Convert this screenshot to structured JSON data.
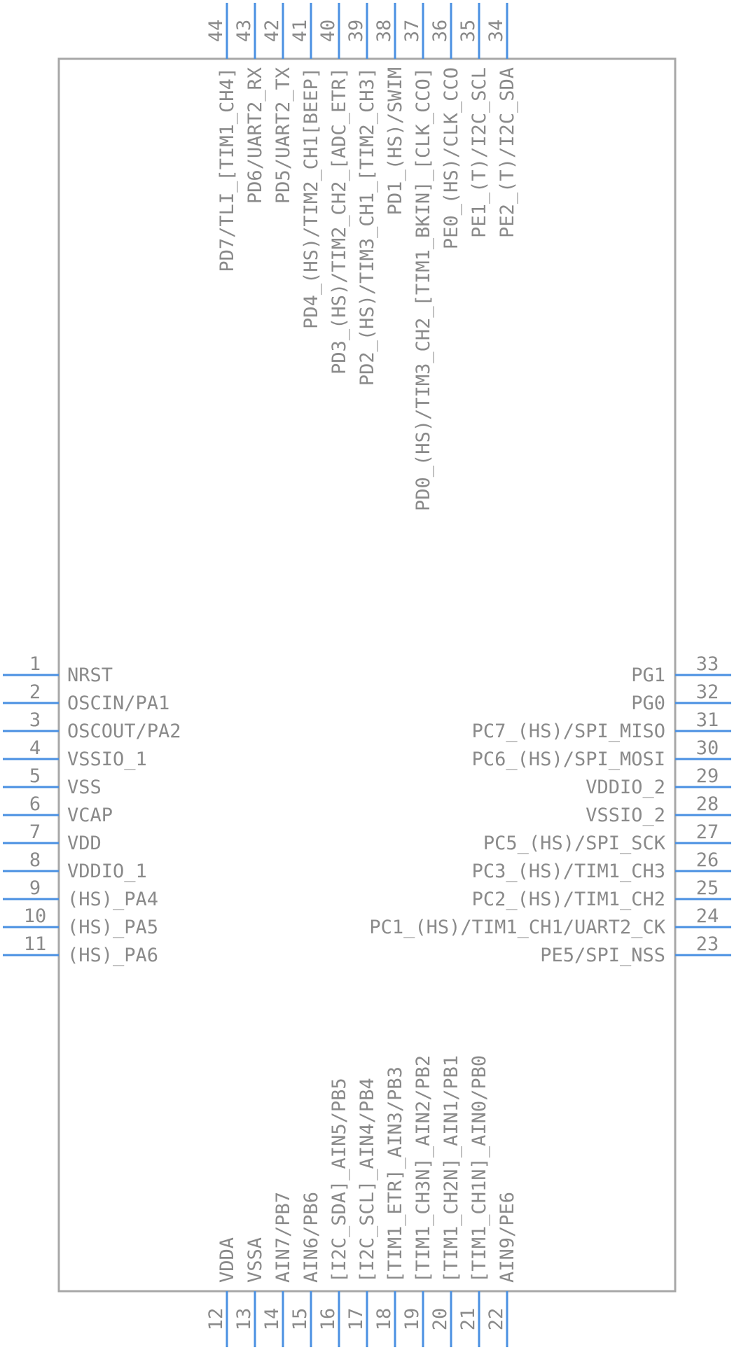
{
  "left_pins": [
    {
      "num": "1",
      "label": "NRST"
    },
    {
      "num": "2",
      "label": "OSCIN/PA1"
    },
    {
      "num": "3",
      "label": "OSCOUT/PA2"
    },
    {
      "num": "4",
      "label": "VSSIO_1"
    },
    {
      "num": "5",
      "label": "VSS"
    },
    {
      "num": "6",
      "label": "VCAP"
    },
    {
      "num": "7",
      "label": "VDD"
    },
    {
      "num": "8",
      "label": "VDDIO_1"
    },
    {
      "num": "9",
      "label": "(HS)_PA4"
    },
    {
      "num": "10",
      "label": "(HS)_PA5"
    },
    {
      "num": "11",
      "label": "(HS)_PA6"
    }
  ],
  "right_pins": [
    {
      "num": "33",
      "label": "PG1"
    },
    {
      "num": "32",
      "label": "PG0"
    },
    {
      "num": "31",
      "label": "PC7_(HS)/SPI_MISO"
    },
    {
      "num": "30",
      "label": "PC6_(HS)/SPI_MOSI"
    },
    {
      "num": "29",
      "label": "VDDIO_2"
    },
    {
      "num": "28",
      "label": "VSSIO_2"
    },
    {
      "num": "27",
      "label": "PC5_(HS)/SPI_SCK"
    },
    {
      "num": "26",
      "label": "PC3_(HS)/TIM1_CH3"
    },
    {
      "num": "25",
      "label": "PC2_(HS)/TIM1_CH2"
    },
    {
      "num": "24",
      "label": "PC1_(HS)/TIM1_CH1/UART2_CK"
    },
    {
      "num": "23",
      "label": "PE5/SPI_NSS"
    }
  ],
  "bottom_pins": [
    {
      "num": "12",
      "label": "VDDA"
    },
    {
      "num": "13",
      "label": "VSSA"
    },
    {
      "num": "14",
      "label": "AIN7/PB7"
    },
    {
      "num": "15",
      "label": "AIN6/PB6"
    },
    {
      "num": "16",
      "label": "[I2C_SDA]_AIN5/PB5"
    },
    {
      "num": "17",
      "label": "[I2C_SCL]_AIN4/PB4"
    },
    {
      "num": "18",
      "label": "[TIM1_ETR]_AIN3/PB3"
    },
    {
      "num": "19",
      "label": "[TIM1_CH3N]_AIN2/PB2"
    },
    {
      "num": "20",
      "label": "[TIM1_CH2N]_AIN1/PB1"
    },
    {
      "num": "21",
      "label": "[TIM1_CH1N]_AIN0/PB0"
    },
    {
      "num": "22",
      "label": "AIN9/PE6"
    }
  ],
  "top_pins": [
    {
      "num": "44",
      "label": "PD7/TLI_[TIM1_CH4]"
    },
    {
      "num": "43",
      "label": "PD6/UART2_RX"
    },
    {
      "num": "42",
      "label": "PD5/UART2_TX"
    },
    {
      "num": "41",
      "label": "PD4_(HS)/TIM2_CH1[BEEP]"
    },
    {
      "num": "40",
      "label": "PD3_(HS)/TIM2_CH2_[ADC_ETR]"
    },
    {
      "num": "39",
      "label": "PD2_(HS)/TIM3_CH1_[TIM2_CH3]"
    },
    {
      "num": "38",
      "label": "PD1_(HS)/SWIM"
    },
    {
      "num": "37",
      "label": "PD0_(HS)/TIM3_CH2_[TIM1_BKIN]_[CLK_CCO]"
    },
    {
      "num": "36",
      "label": "PE0_(HS)/CLK_CCO"
    },
    {
      "num": "35",
      "label": "PE1_(T)/I2C_SCL"
    },
    {
      "num": "34",
      "label": "PE2_(T)/I2C_SDA"
    }
  ],
  "colors": {
    "pin": "#4a90e2",
    "outline": "#a8a8a8",
    "text": "#8a8a8a"
  }
}
